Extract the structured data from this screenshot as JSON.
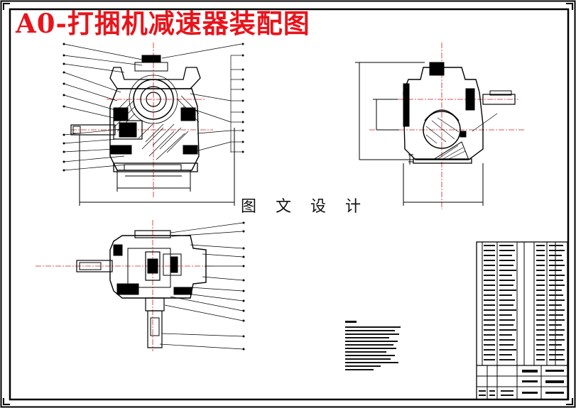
{
  "drawing": {
    "title": "A0-打捆机减速器装配图",
    "watermark": "图 文 设 计"
  },
  "colors": {
    "title": "#e8141b",
    "line": "#000000",
    "center_line": "#d81b1b",
    "background": "#ffffff"
  },
  "views": [
    "front-view",
    "side-view",
    "top-view"
  ]
}
